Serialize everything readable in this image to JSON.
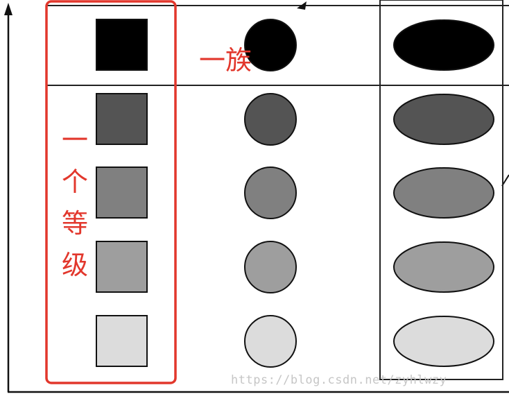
{
  "annotations": {
    "family": "一族",
    "level_chars": [
      "一",
      "个",
      "等",
      "级"
    ]
  },
  "watermark": "https://blog.csdn.net/zyhlwzy",
  "colors": {
    "annotation": "#e2372c",
    "stroke": "#111111",
    "shade_row_1": "#000000",
    "shade_row_2": "#545454",
    "shade_row_3": "#808080",
    "shade_row_4": "#9e9e9e",
    "shade_row_5": "#dcdcdc"
  },
  "grid": {
    "rows": 5,
    "columns": [
      "square",
      "circle",
      "ellipse"
    ],
    "row_shades": [
      "shade_row_1",
      "shade_row_2",
      "shade_row_3",
      "shade_row_4",
      "shade_row_5"
    ]
  }
}
